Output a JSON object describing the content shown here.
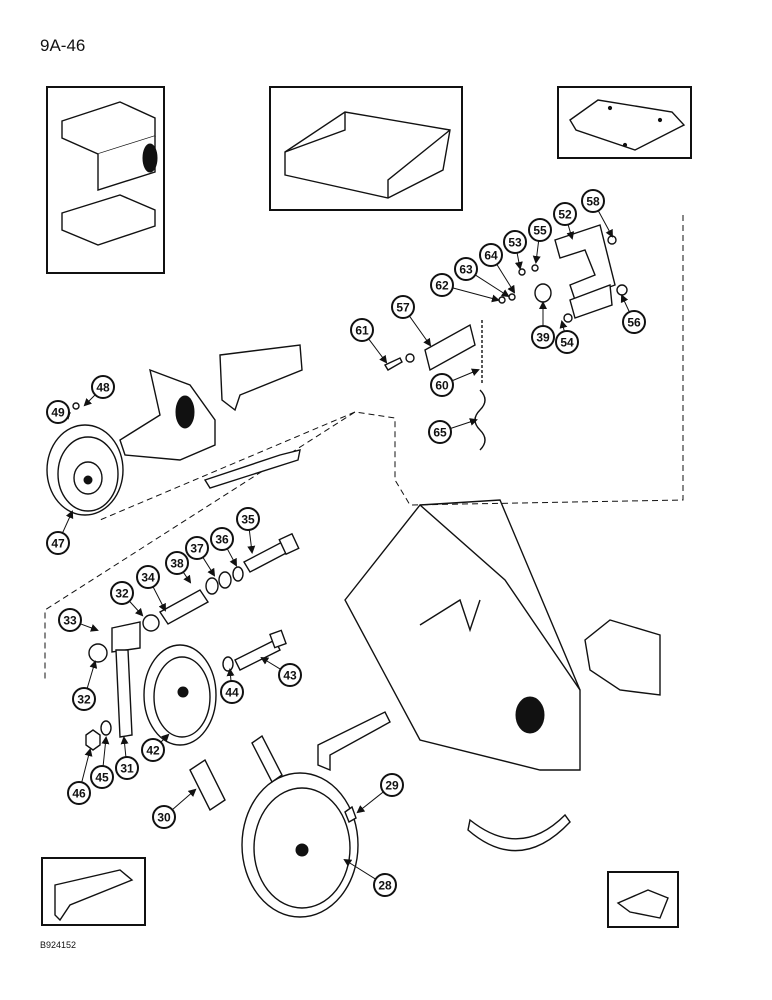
{
  "page_code": "9A-46",
  "ref_code": "B924152",
  "callouts": [
    "28",
    "29",
    "30",
    "31",
    "32",
    "32",
    "33",
    "34",
    "35",
    "36",
    "37",
    "38",
    "39",
    "42",
    "43",
    "44",
    "45",
    "46",
    "47",
    "48",
    "49",
    "52",
    "53",
    "54",
    "55",
    "56",
    "57",
    "58",
    "60",
    "61",
    "62",
    "63",
    "64",
    "65"
  ]
}
